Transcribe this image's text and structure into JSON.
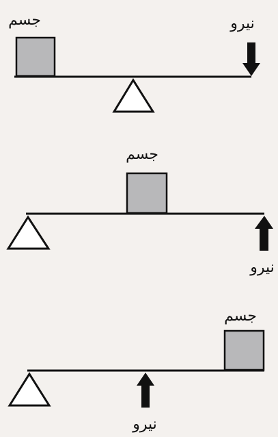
{
  "colors": {
    "background": "#f4f1ee",
    "line": "#111111",
    "body_fill": "#b8b8ba",
    "fulcrum_fill": "#ffffff"
  },
  "icons": {
    "force_down": "arrow-down-icon",
    "force_up": "arrow-up-icon",
    "fulcrum": "triangle-fulcrum-icon"
  },
  "levers": [
    {
      "body_label": "جسم",
      "force_label": "نیرو",
      "force_direction": "down"
    },
    {
      "body_label": "جسم",
      "force_label": "نیرو",
      "force_direction": "up"
    },
    {
      "body_label": "جسم",
      "force_label": "نیرو",
      "force_direction": "up"
    }
  ]
}
